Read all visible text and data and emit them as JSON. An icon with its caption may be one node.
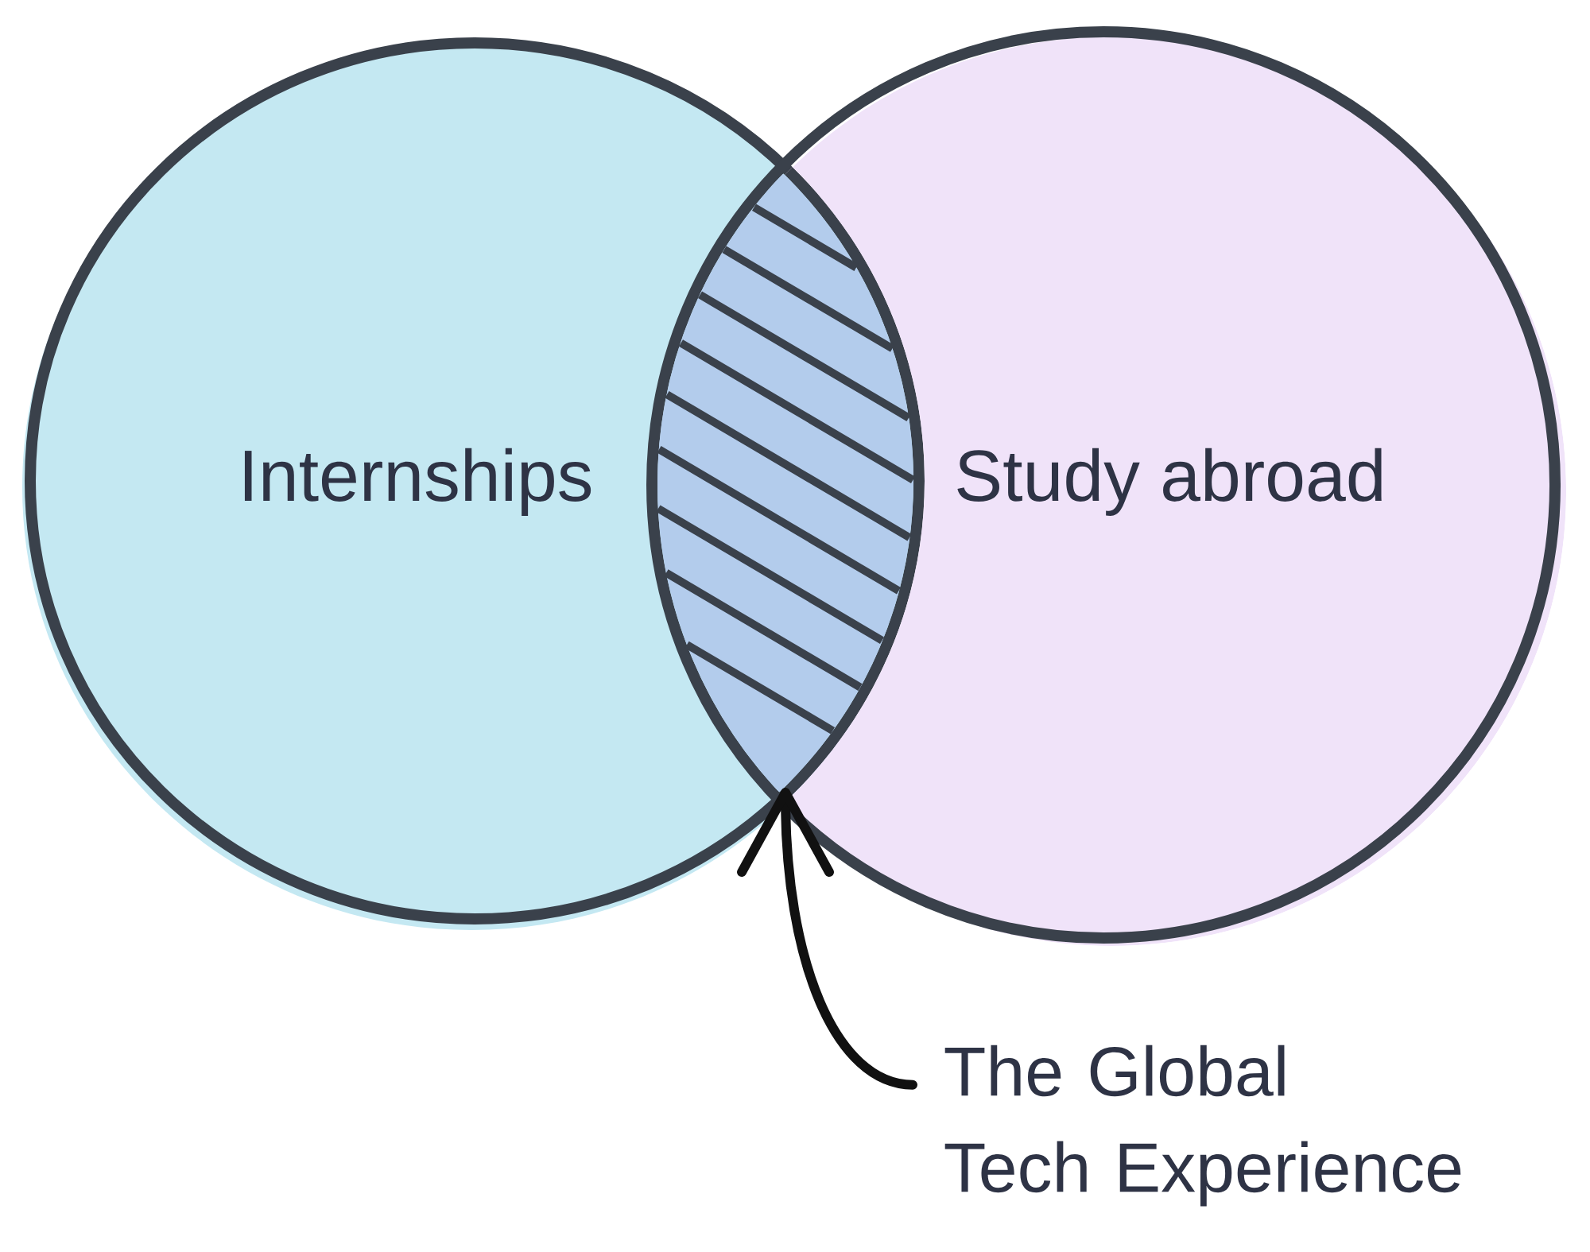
{
  "diagram": {
    "nodes": [
      {
        "text": [
          "Internships"
        ]
      },
      {
        "text": [
          "Study abroad"
        ]
      },
      {
        "text": [],
        "shape": "lens"
      },
      {
        "text": [
          "The Global Tech Experience"
        ]
      }
    ],
    "edges": [
      {
        "from": 3,
        "to": 2,
        "arrow": "to"
      }
    ]
  }
}
